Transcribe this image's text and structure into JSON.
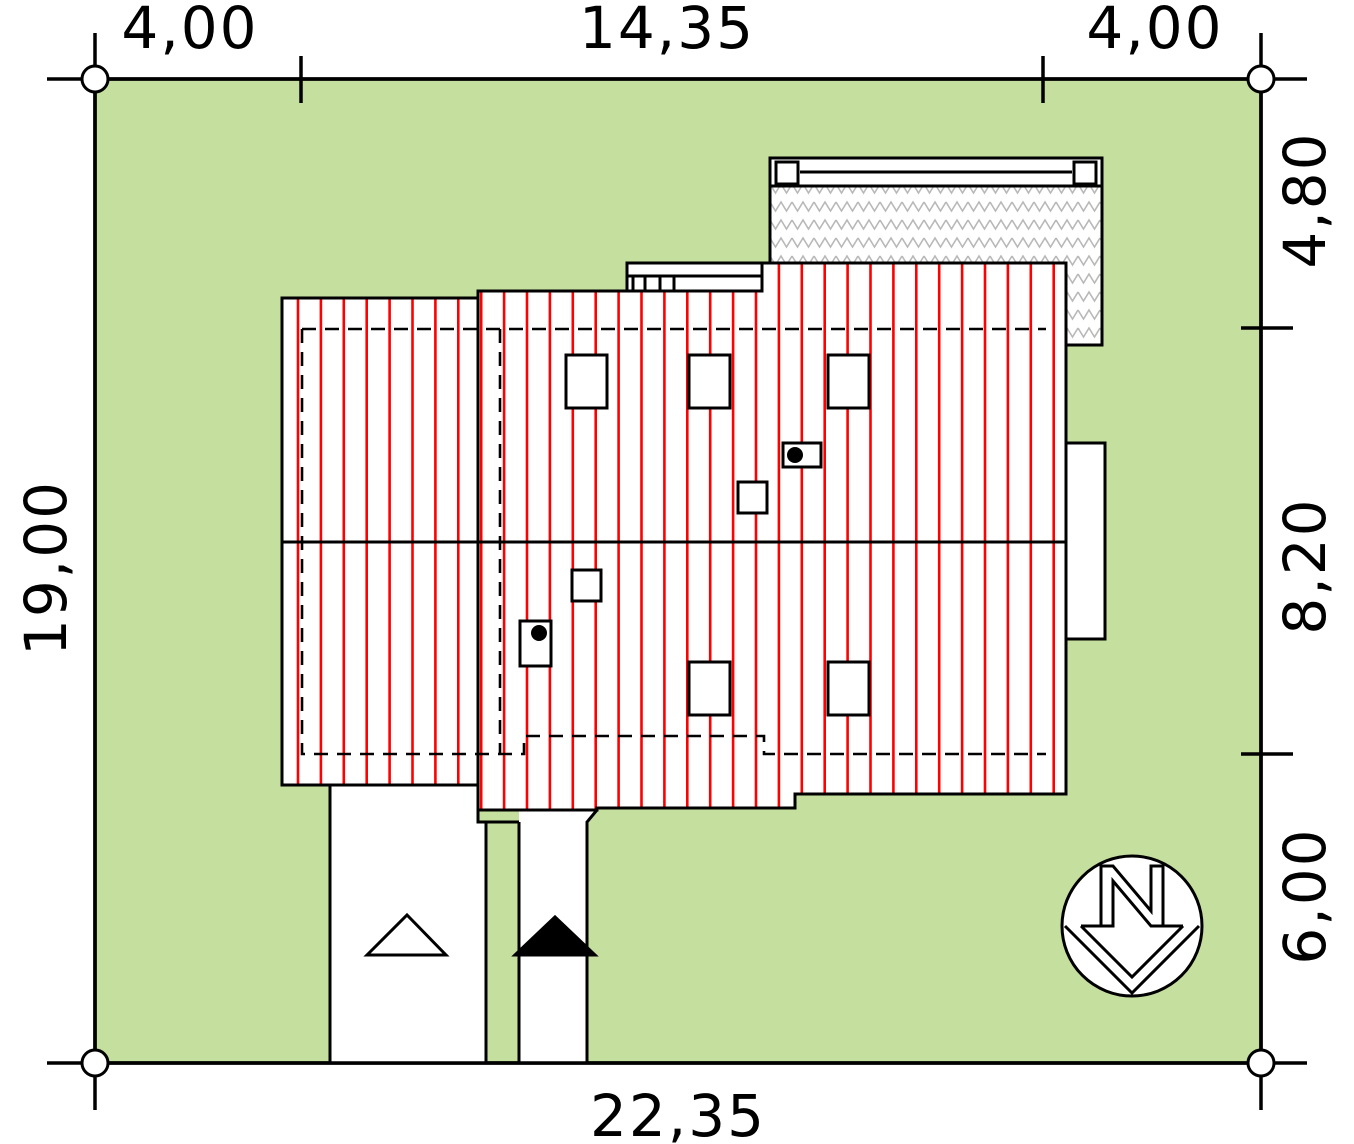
{
  "colors": {
    "plot": "#c5df9f",
    "roof_line": "#ff0000",
    "outline": "#000000",
    "paving_hatch": "#bcbcbc"
  },
  "dimensions": {
    "top_left": "4,00",
    "top_middle": "14,35",
    "top_right": "4,00",
    "bottom": "22,35",
    "left": "19,00",
    "right_top": "4,80",
    "right_middle": "8,20",
    "right_bottom": "6,00"
  },
  "north_arrow": {
    "label": "N",
    "icon": "north-arrow-icon"
  },
  "markers": {
    "entrance_main": "filled-triangle-icon",
    "entrance_garage": "outline-triangle-icon"
  }
}
